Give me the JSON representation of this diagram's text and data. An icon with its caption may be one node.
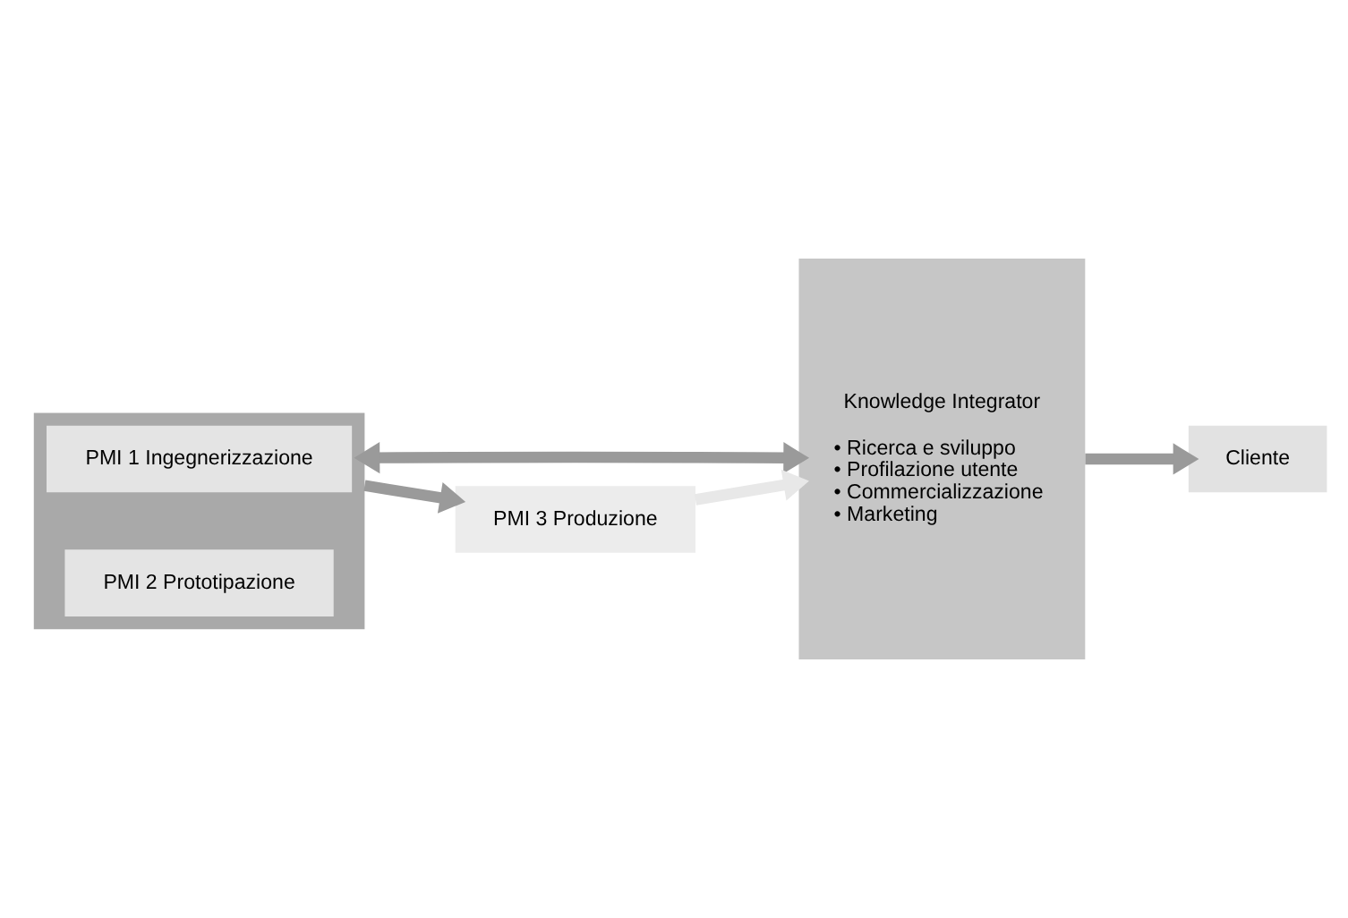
{
  "diagram": {
    "nodes": [
      {
        "text": [
          "Knowledge Integrator",
          "• Ricerca e sviluppo",
          "• Profilazione utente",
          "• Commercializzazione",
          "• Marketing"
        ]
      },
      {
        "text": [],
        "shape": "box"
      },
      {
        "text": [
          "PMI 1 Ingegnerizzazione"
        ],
        "in": 1
      },
      {
        "text": [
          "PMI 2 Prototipazione"
        ],
        "in": 1
      },
      {
        "text": [
          "PMI 3 Produzione"
        ]
      },
      {
        "text": [
          "Cliente"
        ]
      }
    ],
    "edges": [
      {
        "from": 1,
        "to": 0,
        "arrow": "both"
      },
      {
        "from": 0,
        "to": 5,
        "arrow": "to"
      },
      {
        "from": 1,
        "to": 4,
        "arrow": "to"
      },
      {
        "from": 4,
        "to": 0,
        "arrow": "to",
        "color": "#e8e8e8"
      }
    ]
  }
}
